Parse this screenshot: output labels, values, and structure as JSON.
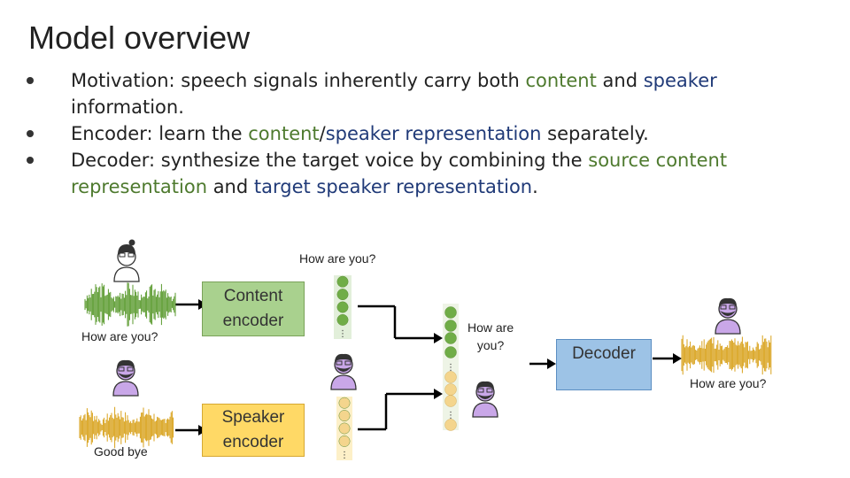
{
  "slide": {
    "title": "Model overview",
    "bullets": [
      {
        "parts": [
          {
            "text": "Motivation: speech signals inherently carry both ",
            "class": ""
          },
          {
            "text": "content",
            "class": "content"
          },
          {
            "text": " and ",
            "class": ""
          },
          {
            "text": "speaker",
            "class": "speaker"
          },
          {
            "text": " information.",
            "class": ""
          }
        ]
      },
      {
        "parts": [
          {
            "text": "Encoder: learn the ",
            "class": ""
          },
          {
            "text": "content",
            "class": "content"
          },
          {
            "text": "/",
            "class": ""
          },
          {
            "text": "speaker representation",
            "class": "speaker"
          },
          {
            "text": " separately.",
            "class": ""
          }
        ]
      },
      {
        "parts": [
          {
            "text": "Decoder: synthesize the target voice by combining the ",
            "class": ""
          },
          {
            "text": "source content representation",
            "class": "content"
          },
          {
            "text": " and ",
            "class": ""
          },
          {
            "text": "target speaker representation",
            "class": "speaker"
          },
          {
            "text": ".",
            "class": ""
          }
        ]
      }
    ]
  },
  "diagram": {
    "top_label": "How are you?",
    "source_label": "How are you?",
    "target_label": "Good bye",
    "output_label": "How are you?",
    "mid_label": "How are\nyou?",
    "content_encoder": "Content\nencoder",
    "speaker_encoder": "Speaker\nencoder",
    "decoder": "Decoder",
    "colors": {
      "content_box": "#a9d18e",
      "content_box_border": "#7aa25a",
      "speaker_box": "#ffd966",
      "speaker_box_border": "#d6a833",
      "decoder_box": "#9dc3e6",
      "decoder_box_border": "#5b8ec2",
      "green_wave": "#5a9a2e",
      "orange_wave": "#d9a21b",
      "green_dot": "#70ad47",
      "yellow_dot": "#f4d58d",
      "avatar_purple": "#c9a7e8"
    }
  }
}
